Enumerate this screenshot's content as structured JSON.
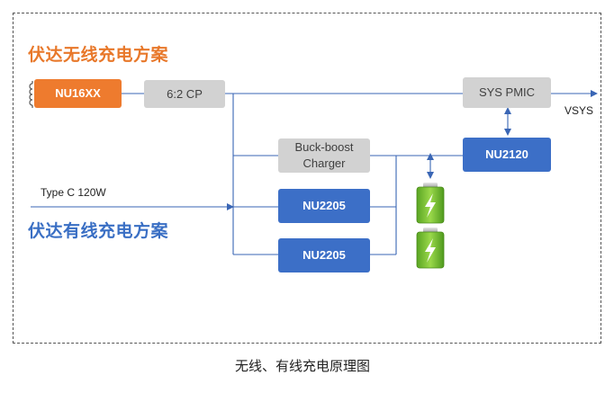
{
  "headings": {
    "wireless": "伏达无线充电方案",
    "wired": "伏达有线充电方案"
  },
  "blocks": {
    "nu16xx": "NU16XX",
    "cp": "6:2 CP",
    "sys_pmic": "SYS PMIC",
    "buck_boost_line1": "Buck-boost",
    "buck_boost_line2": "Charger",
    "nu2120": "NU2120",
    "nu2205_top": "NU2205",
    "nu2205_bottom": "NU2205"
  },
  "labels": {
    "vsys": "VSYS",
    "type_c": "Type C 120W"
  },
  "caption": "无线、有线充电原理图",
  "colors": {
    "wire": "#3a66b5",
    "orange_heading": "#e8782a",
    "blue_heading": "#3a6fc4",
    "orange_block": "#ee7b2e",
    "blue_block": "#3c6fc7",
    "gray_block": "#d2d2d2"
  },
  "icons": {
    "coil": "coil-icon",
    "battery": "battery-charging-icon"
  }
}
